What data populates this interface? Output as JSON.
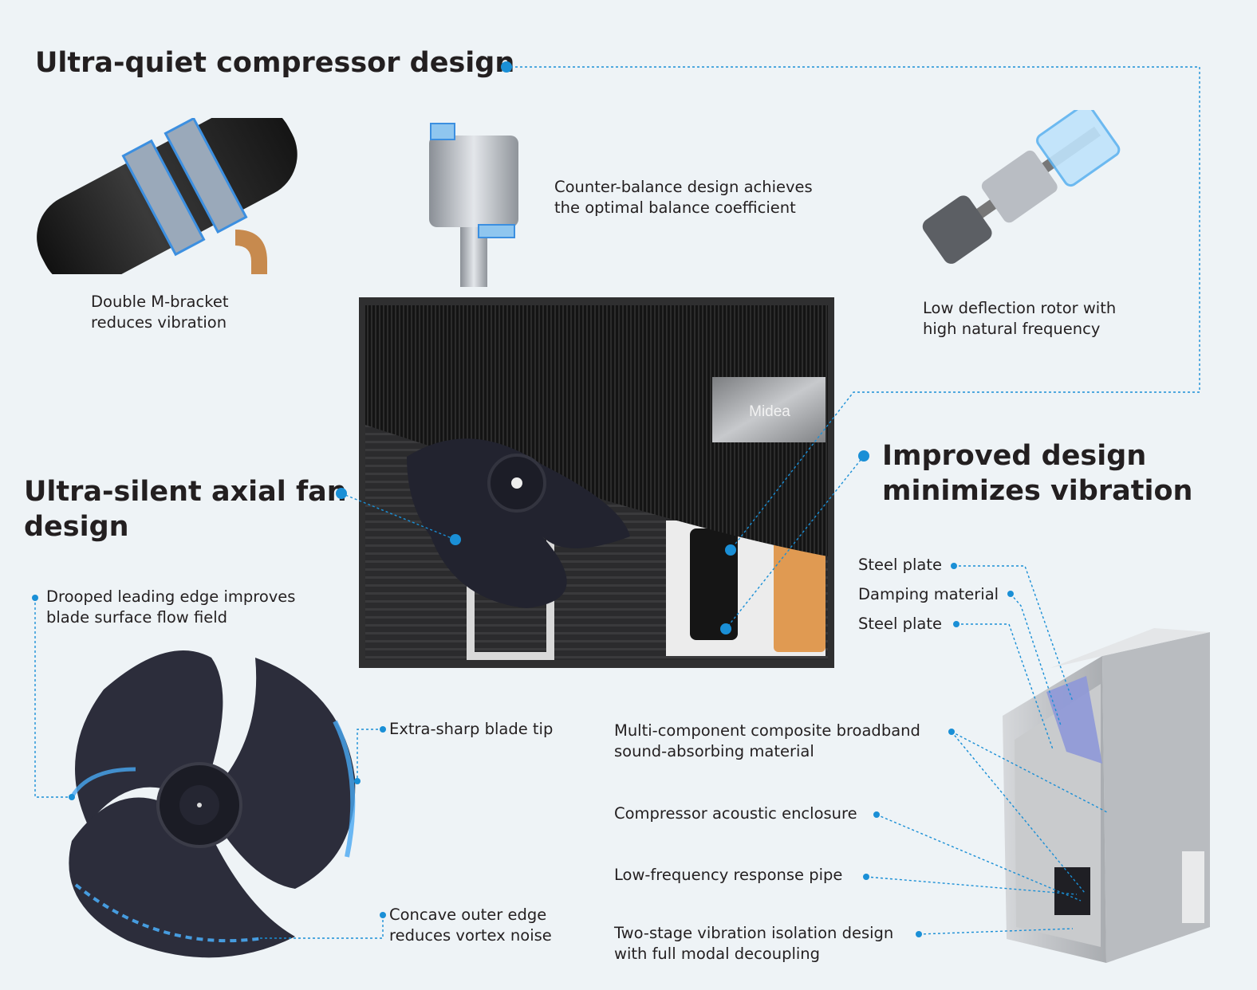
{
  "colors": {
    "accent": "#1a8fd6",
    "background": "#eef3f6",
    "text": "#231f20"
  },
  "headings": {
    "compressor": "Ultra-quiet compressor design",
    "fan_line1": "Ultra-silent axial fan",
    "fan_line2": "design",
    "vibration_line1": "Improved design",
    "vibration_line2": "minimizes vibration"
  },
  "compressor_features": {
    "bracket": [
      "Double M-bracket",
      "reduces vibration"
    ],
    "balance": [
      "Counter-balance design achieves",
      "the optimal balance coefficient"
    ],
    "rotor": [
      "Low deflection rotor with",
      "high natural frequency"
    ]
  },
  "fan_features": {
    "drooped": [
      "Drooped leading edge improves",
      "blade surface flow field"
    ],
    "tip": "Extra-sharp blade tip",
    "concave": [
      "Concave outer edge",
      "reduces vortex noise"
    ]
  },
  "vibration_features": {
    "steel_plate_1": "Steel plate",
    "damping": "Damping material",
    "steel_plate_2": "Steel plate",
    "broadband": [
      "Multi-component composite broadband",
      "sound-absorbing material"
    ],
    "enclosure": "Compressor acoustic enclosure",
    "pipe": "Low-frequency response pipe",
    "isolation": [
      "Two-stage vibration isolation design",
      "with full modal decoupling"
    ]
  },
  "brand_logo": "Midea"
}
